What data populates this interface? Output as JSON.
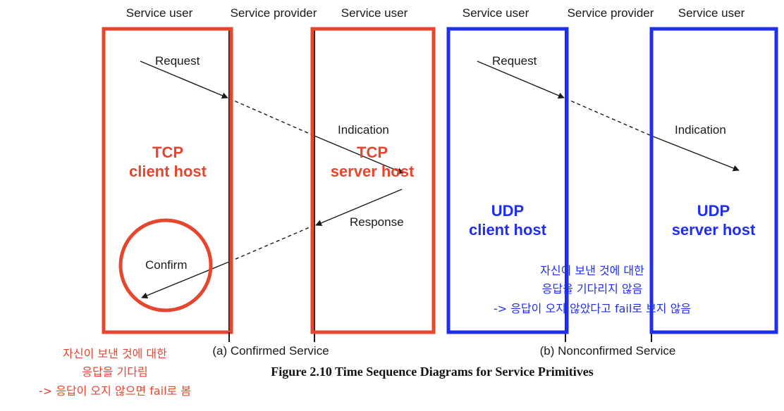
{
  "colors": {
    "tcp": "#e8452f",
    "udp": "#1f2ef0",
    "line": "#1a1a1a"
  },
  "headers": {
    "left": [
      "Service user",
      "Service provider",
      "Service user"
    ],
    "right": [
      "Service user",
      "Service provider",
      "Service user"
    ]
  },
  "confirmed": {
    "request": "Request",
    "indication": "Indication",
    "response": "Response",
    "confirm": "Confirm",
    "subtitle": "(a) Confirmed Service"
  },
  "nonconfirmed": {
    "request": "Request",
    "indication": "Indication",
    "subtitle": "(b) Nonconfirmed Service"
  },
  "hosts": {
    "tcp_client": [
      "TCP",
      "client host"
    ],
    "tcp_server": [
      "TCP",
      "server host"
    ],
    "udp_client": [
      "UDP",
      "client host"
    ],
    "udp_server": [
      "UDP",
      "server host"
    ]
  },
  "notes": {
    "tcp": [
      "자신이 보낸 것에 대한",
      "응답을 기다림",
      "-> 응답이 오지 않으면  fail로 봄"
    ],
    "udp": [
      "자신이 보낸 것에 대한",
      "응답을 기다리지 않음",
      "-> 응답이 오지 않았다고 fail로 보지 않음"
    ]
  },
  "caption": "Figure 2.10 Time Sequence Diagrams for Service Primitives"
}
